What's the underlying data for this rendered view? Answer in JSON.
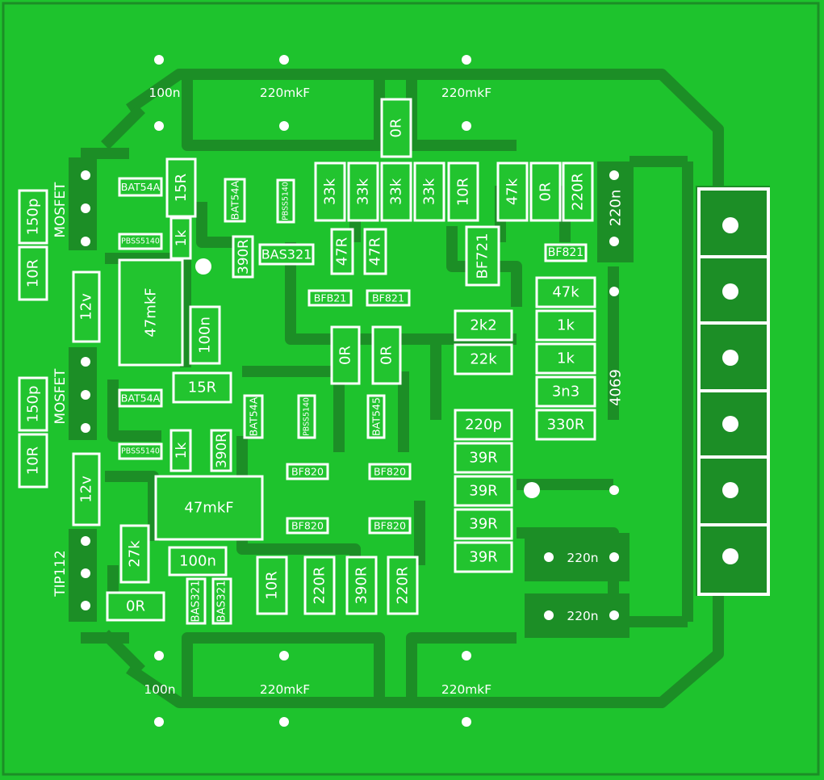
{
  "colors": {
    "board": "#1ec32d",
    "copper": "#22c42f",
    "trace_dark": "#1c8e26",
    "silkscreen": "#ffffff"
  },
  "components": [
    {
      "id": "c-100n-top",
      "text": "100n",
      "kind": "plain"
    },
    {
      "id": "c-220mkf-top-1",
      "text": "220mkF",
      "kind": "plain"
    },
    {
      "id": "c-220mkf-top-2",
      "text": "220mkF",
      "kind": "plain"
    },
    {
      "id": "r-0r-top",
      "text": "0R",
      "kind": "box",
      "vertical": true
    },
    {
      "id": "d-bat54a-1",
      "text": "BAT54A",
      "kind": "box"
    },
    {
      "id": "r-15r-1",
      "text": "15R",
      "kind": "box",
      "vertical": true
    },
    {
      "id": "d-bat54a-2",
      "text": "BAT54A",
      "kind": "box",
      "vertical": true
    },
    {
      "id": "q-pbss5140-1",
      "text": "PBSS5140",
      "kind": "box",
      "vertical": true
    },
    {
      "id": "r-33k-1",
      "text": "33k",
      "kind": "box",
      "vertical": true
    },
    {
      "id": "r-33k-2",
      "text": "33k",
      "kind": "box",
      "vertical": true
    },
    {
      "id": "r-33k-3",
      "text": "33k",
      "kind": "box",
      "vertical": true
    },
    {
      "id": "r-33k-4",
      "text": "33k",
      "kind": "box",
      "vertical": true
    },
    {
      "id": "r-10r-1",
      "text": "10R",
      "kind": "box",
      "vertical": true
    },
    {
      "id": "r-47k-1",
      "text": "47k",
      "kind": "box",
      "vertical": true
    },
    {
      "id": "r-0r-2",
      "text": "0R",
      "kind": "box",
      "vertical": true
    },
    {
      "id": "r-220r-1",
      "text": "220R",
      "kind": "box",
      "vertical": true
    },
    {
      "id": "c-220n-1",
      "text": "220n",
      "kind": "plain",
      "vertical": true
    },
    {
      "id": "lbl-mosfet-1",
      "text": "MOSFET",
      "kind": "plain",
      "vertical": true
    },
    {
      "id": "c-150p-1",
      "text": "150p",
      "kind": "box",
      "vertical": true
    },
    {
      "id": "q-pbss5140-2",
      "text": "PBSS5140",
      "kind": "box"
    },
    {
      "id": "r-1k-1",
      "text": "1k",
      "kind": "box",
      "vertical": true
    },
    {
      "id": "r-390r-1",
      "text": "390R",
      "kind": "box",
      "vertical": true
    },
    {
      "id": "d-bas321-1",
      "text": "BAS321",
      "kind": "box"
    },
    {
      "id": "r-47r-1",
      "text": "47R",
      "kind": "box",
      "vertical": true
    },
    {
      "id": "r-47r-2",
      "text": "47R",
      "kind": "box",
      "vertical": true
    },
    {
      "id": "q-bf721",
      "text": "BF721",
      "kind": "box",
      "vertical": true
    },
    {
      "id": "q-bf821-1",
      "text": "BF821",
      "kind": "box"
    },
    {
      "id": "r-10r-2",
      "text": "10R",
      "kind": "box",
      "vertical": true
    },
    {
      "id": "d-12v-1",
      "text": "12v",
      "kind": "box",
      "vertical": true
    },
    {
      "id": "c-47mkf-1",
      "text": "47mkF",
      "kind": "box",
      "vertical": true
    },
    {
      "id": "c-100n-2",
      "text": "100n",
      "kind": "box",
      "vertical": true
    },
    {
      "id": "q-bfb21",
      "text": "BFB21",
      "kind": "box"
    },
    {
      "id": "q-bf821-2",
      "text": "BF821",
      "kind": "box"
    },
    {
      "id": "r-47k-2",
      "text": "47k",
      "kind": "box"
    },
    {
      "id": "r-2k2",
      "text": "2k2",
      "kind": "box"
    },
    {
      "id": "r-1k-2",
      "text": "1k",
      "kind": "box"
    },
    {
      "id": "r-0r-3",
      "text": "0R",
      "kind": "box",
      "vertical": true
    },
    {
      "id": "r-0r-4",
      "text": "0R",
      "kind": "box",
      "vertical": true
    },
    {
      "id": "r-22k",
      "text": "22k",
      "kind": "box"
    },
    {
      "id": "r-1k-3",
      "text": "1k",
      "kind": "box"
    },
    {
      "id": "lbl-mosfet-2",
      "text": "MOSFET",
      "kind": "plain",
      "vertical": true
    },
    {
      "id": "c-150p-2",
      "text": "150p",
      "kind": "box",
      "vertical": true
    },
    {
      "id": "r-15r-2",
      "text": "15R",
      "kind": "box"
    },
    {
      "id": "d-bat54a-3",
      "text": "BAT54A",
      "kind": "box"
    },
    {
      "id": "d-bat54a-4",
      "text": "BAT54A",
      "kind": "box",
      "vertical": true
    },
    {
      "id": "q-pbss5140-3",
      "text": "PBSS5140",
      "kind": "box",
      "vertical": true
    },
    {
      "id": "d-bat545",
      "text": "BAT545",
      "kind": "box",
      "vertical": true
    },
    {
      "id": "c-3n3",
      "text": "3n3",
      "kind": "box"
    },
    {
      "id": "ic-4069",
      "text": "4069",
      "kind": "plain",
      "vertical": true
    },
    {
      "id": "c-220p",
      "text": "220p",
      "kind": "box"
    },
    {
      "id": "r-330r",
      "text": "330R",
      "kind": "box"
    },
    {
      "id": "q-pbss5140-4",
      "text": "PBSS5140",
      "kind": "box"
    },
    {
      "id": "r-1k-4",
      "text": "1k",
      "kind": "box",
      "vertical": true
    },
    {
      "id": "r-390r-2",
      "text": "390R",
      "kind": "box",
      "vertical": true
    },
    {
      "id": "r-10r-3",
      "text": "10R",
      "kind": "box",
      "vertical": true
    },
    {
      "id": "r-39r-1",
      "text": "39R",
      "kind": "box"
    },
    {
      "id": "q-bf820-1",
      "text": "BF820",
      "kind": "box"
    },
    {
      "id": "q-bf820-2",
      "text": "BF820",
      "kind": "box"
    },
    {
      "id": "d-12v-2",
      "text": "12v",
      "kind": "box",
      "vertical": true
    },
    {
      "id": "r-39r-2",
      "text": "39R",
      "kind": "box"
    },
    {
      "id": "c-47mkf-2",
      "text": "47mkF",
      "kind": "box"
    },
    {
      "id": "q-bf820-3",
      "text": "BF820",
      "kind": "box"
    },
    {
      "id": "q-bf820-4",
      "text": "BF820",
      "kind": "box"
    },
    {
      "id": "r-39r-3",
      "text": "39R",
      "kind": "box"
    },
    {
      "id": "r-27k",
      "text": "27k",
      "kind": "box",
      "vertical": true
    },
    {
      "id": "lbl-tip112",
      "text": "TIP112",
      "kind": "plain",
      "vertical": true
    },
    {
      "id": "c-100n-3",
      "text": "100n",
      "kind": "box"
    },
    {
      "id": "r-39r-4",
      "text": "39R",
      "kind": "box"
    },
    {
      "id": "c-220n-2",
      "text": "220n",
      "kind": "plain"
    },
    {
      "id": "r-10r-4",
      "text": "10R",
      "kind": "box",
      "vertical": true
    },
    {
      "id": "r-220r-2",
      "text": "220R",
      "kind": "box",
      "vertical": true
    },
    {
      "id": "r-390r-3",
      "text": "390R",
      "kind": "box",
      "vertical": true
    },
    {
      "id": "r-220r-3",
      "text": "220R",
      "kind": "box",
      "vertical": true
    },
    {
      "id": "r-0r-5",
      "text": "0R",
      "kind": "box"
    },
    {
      "id": "d-bas321-2",
      "text": "BAS321",
      "kind": "box",
      "vertical": true
    },
    {
      "id": "d-bas321-3",
      "text": "BAS321",
      "kind": "box",
      "vertical": true
    },
    {
      "id": "c-220n-3",
      "text": "220n",
      "kind": "plain"
    },
    {
      "id": "c-100n-bottom",
      "text": "100n",
      "kind": "plain"
    },
    {
      "id": "c-220mkf-bottom-1",
      "text": "220mkF",
      "kind": "plain"
    },
    {
      "id": "c-220mkf-bottom-2",
      "text": "220mkF",
      "kind": "plain"
    },
    {
      "id": "r-10r-left-1",
      "text": "10R",
      "kind": "box",
      "vertical": true
    },
    {
      "id": "r-10r-left-2",
      "text": "10R",
      "kind": "box",
      "vertical": true
    }
  ]
}
